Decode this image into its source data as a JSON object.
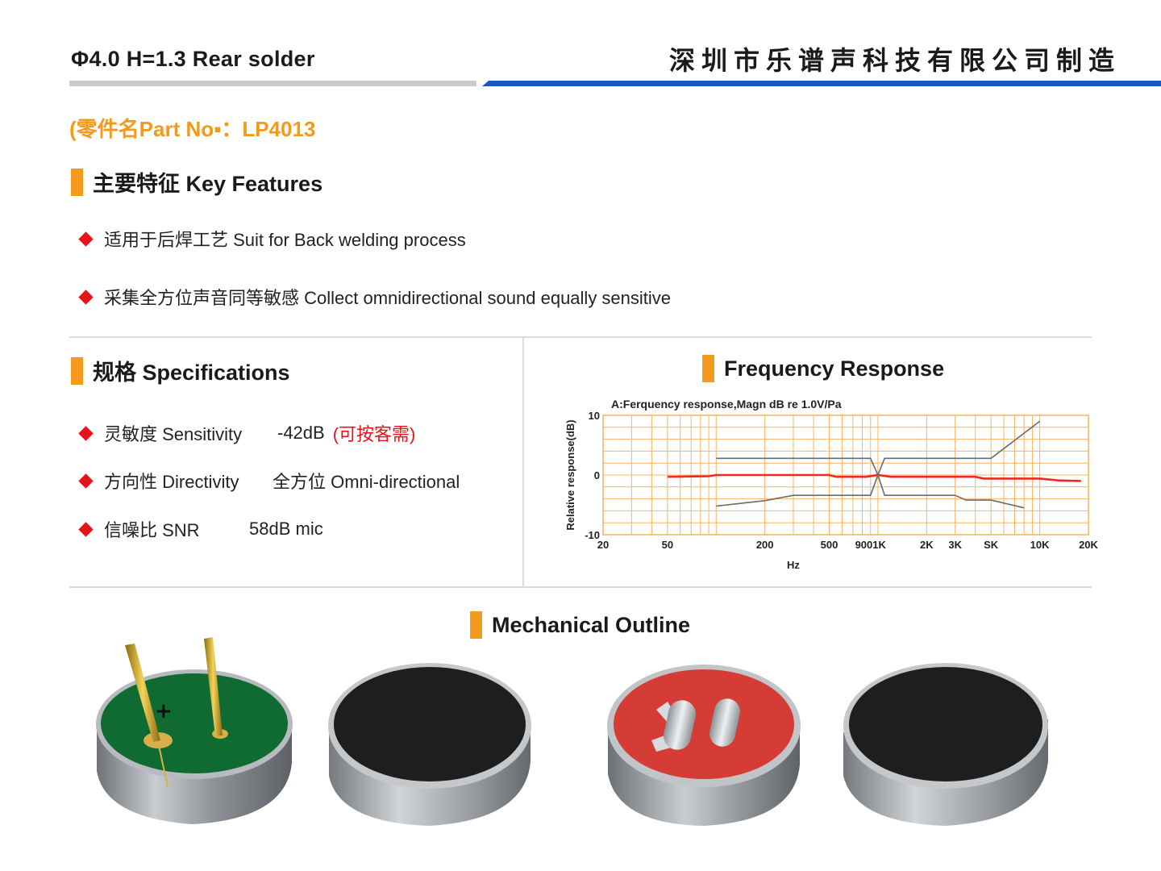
{
  "header": {
    "model_line": "Φ4.0  H=1.3  Rear solder",
    "company": "深圳市乐谱声科技有限公司制造",
    "colors": {
      "gray_bar": "#c8cbd0",
      "blue_bar": "#1757c7"
    }
  },
  "part": {
    "label": "(零件名Part No▪：LP4013"
  },
  "features": {
    "title": "主要特征  Key Features",
    "items": [
      "适用于后焊工艺   Suit for Back welding process",
      "采集全方位声音同等敏感  Collect omnidirectional sound equally sensitive"
    ]
  },
  "specs": {
    "title": "规格  Specifications",
    "rows": [
      {
        "label": "灵敏度  Sensitivity",
        "value": "-42dB",
        "note": "(可按客需)"
      },
      {
        "label": "方向性  Directivity",
        "value": "全方位  Omni-directional"
      },
      {
        "label": "信噪比  SNR",
        "value": "58dB mic"
      }
    ]
  },
  "frequency": {
    "title": "Frequency Response"
  },
  "chart_data": {
    "type": "line",
    "title": "A:Ferquency response,Magn dB re 1.0V/Pa",
    "xlabel": "Hz",
    "ylabel": "Relative  response(dB)",
    "xscale": "log",
    "xlim": [
      20,
      20000
    ],
    "ylim": [
      -10,
      10
    ],
    "grid": true,
    "x_tick_labels": [
      {
        "x": 20,
        "label": "20"
      },
      {
        "x": 50,
        "label": "50"
      },
      {
        "x": 200,
        "label": "200"
      },
      {
        "x": 500,
        "label": "500"
      },
      {
        "x": 900,
        "label": "9001K"
      },
      {
        "x": 2000,
        "label": "2K"
      },
      {
        "x": 3000,
        "label": "3K"
      },
      {
        "x": 5000,
        "label": "SK"
      },
      {
        "x": 10000,
        "label": "10K"
      },
      {
        "x": 20000,
        "label": "20K"
      }
    ],
    "y_tick_labels": [
      {
        "y": 10,
        "label": "10"
      },
      {
        "y": 0,
        "label": "0"
      },
      {
        "y": -10,
        "label": "-10"
      }
    ],
    "colors": {
      "grid": "#f7b461",
      "response": "#ee2a1f",
      "limits": "#6b6b6b"
    },
    "series": [
      {
        "role": "response",
        "points": [
          [
            50,
            -0.3
          ],
          [
            90,
            -0.2
          ],
          [
            100,
            0
          ],
          [
            500,
            0
          ],
          [
            550,
            -0.3
          ],
          [
            850,
            -0.3
          ],
          [
            1000,
            0
          ],
          [
            1200,
            -0.3
          ],
          [
            4000,
            -0.3
          ],
          [
            4500,
            -0.6
          ],
          [
            10000,
            -0.6
          ],
          [
            13000,
            -0.9
          ],
          [
            18000,
            -1.0
          ]
        ]
      },
      {
        "role": "upper-limit",
        "points": [
          [
            100,
            2.8
          ],
          [
            900,
            2.8
          ],
          [
            1000,
            0
          ],
          [
            1100,
            2.8
          ],
          [
            5000,
            2.8
          ],
          [
            10000,
            9.0
          ]
        ]
      },
      {
        "role": "lower-limit",
        "points": [
          [
            100,
            -5.2
          ],
          [
            200,
            -4.3
          ],
          [
            300,
            -3.4
          ],
          [
            900,
            -3.4
          ],
          [
            1000,
            0
          ],
          [
            1100,
            -3.4
          ],
          [
            3000,
            -3.4
          ],
          [
            3500,
            -4.2
          ],
          [
            5000,
            -4.2
          ],
          [
            8000,
            -5.5
          ]
        ]
      }
    ]
  },
  "mechanical": {
    "title": "Mechanical Outline",
    "views": [
      {
        "name": "pcb-pins",
        "pcb_color": "#0f6b32",
        "shell_color": "#a8acb0"
      },
      {
        "name": "felt-top",
        "felt_color": "#1e1e1e",
        "shell_color": "#a8acb0"
      },
      {
        "name": "solder-pads",
        "pcb_color": "#d63c36",
        "shell_color": "#a8acb0"
      },
      {
        "name": "felt-top-2",
        "felt_color": "#1e1e1e",
        "shell_color": "#a8acb0"
      }
    ]
  }
}
